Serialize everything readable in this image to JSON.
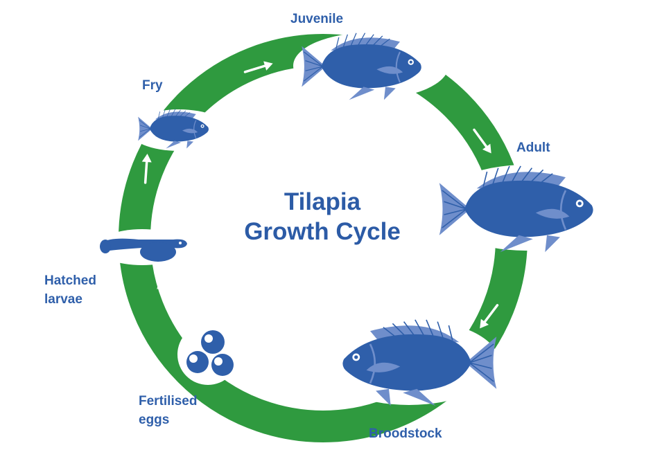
{
  "title": {
    "line1": "Tilapia",
    "line2": "Growth Cycle"
  },
  "stages": {
    "juvenile": "Juvenile",
    "fry": "Fry",
    "adult": "Adult",
    "hatched_larvae": "Hatched\nlarvae",
    "fertilised_eggs": "Fertilised\neggs",
    "broodstock": "Broodstock"
  },
  "colors": {
    "ring": "#2f9a3f",
    "fish": "#2f5faa",
    "text": "#2f5faa",
    "arrow": "#ffffff"
  },
  "icons": [
    "fish-icon",
    "larva-icon",
    "eggs-icon",
    "cycle-arrow-icon"
  ]
}
